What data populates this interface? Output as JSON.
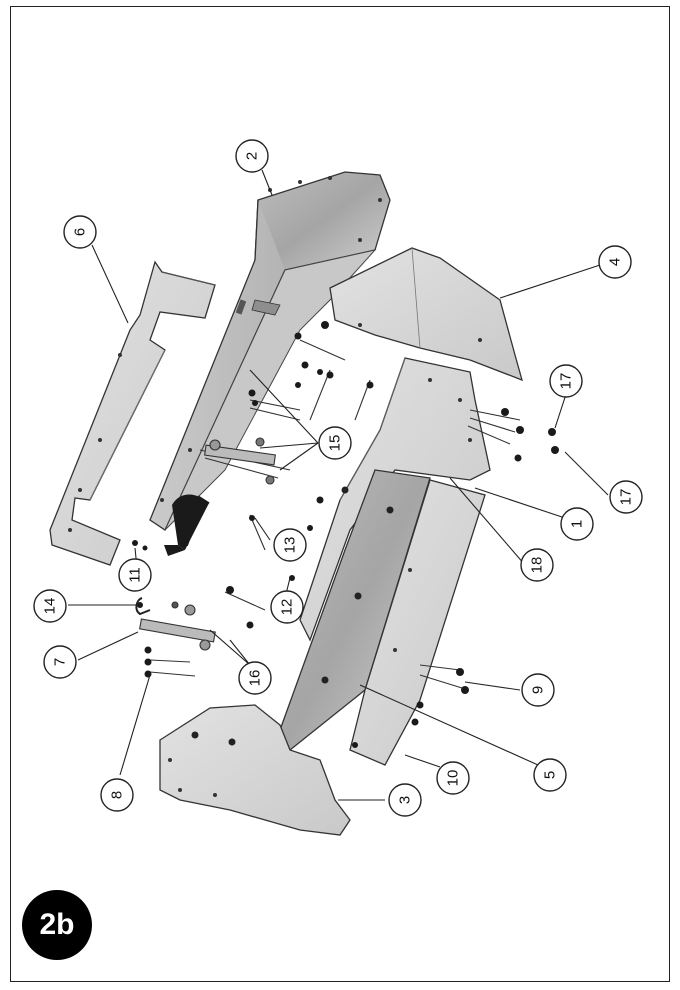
{
  "figure_label": "2b",
  "callouts": [
    {
      "id": "1",
      "label": "1"
    },
    {
      "id": "2",
      "label": "2"
    },
    {
      "id": "3",
      "label": "3"
    },
    {
      "id": "4",
      "label": "4"
    },
    {
      "id": "5",
      "label": "5"
    },
    {
      "id": "6",
      "label": "6"
    },
    {
      "id": "7",
      "label": "7"
    },
    {
      "id": "8",
      "label": "8"
    },
    {
      "id": "9",
      "label": "9"
    },
    {
      "id": "10",
      "label": "10"
    },
    {
      "id": "11",
      "label": "11"
    },
    {
      "id": "12",
      "label": "12"
    },
    {
      "id": "13",
      "label": "13"
    },
    {
      "id": "14",
      "label": "14"
    },
    {
      "id": "15",
      "label": "15"
    },
    {
      "id": "16",
      "label": "16"
    },
    {
      "id": "17a",
      "label": "17"
    },
    {
      "id": "17b",
      "label": "17"
    },
    {
      "id": "18",
      "label": "18"
    }
  ],
  "colors": {
    "panel_light": "#d9d9d9",
    "panel_mid": "#c4c4c4",
    "panel_dark": "#a9a9a9",
    "outline": "#333333",
    "handle": "#1a1a1a"
  }
}
